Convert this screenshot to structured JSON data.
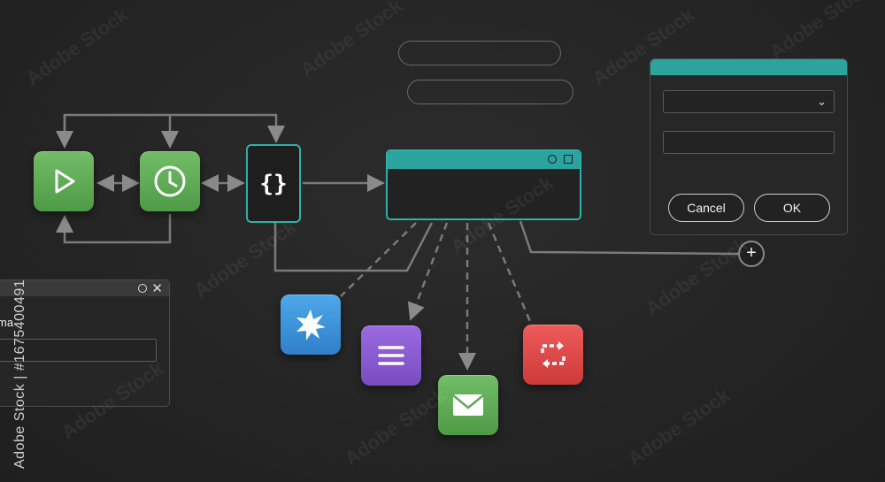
{
  "colors": {
    "background": "#262626",
    "accent_teal": "#2aa49c",
    "node_green": "#5fa955",
    "node_blue": "#3a90d8",
    "node_purple": "#8a5bd2",
    "node_red": "#dd4747",
    "wire": "#7a7a7a"
  },
  "nodes": {
    "play": {
      "icon": "play-icon"
    },
    "clock": {
      "icon": "clock-icon"
    },
    "code": {
      "icon": "code-braces-icon",
      "label": "{}"
    },
    "star": {
      "icon": "starburst-icon"
    },
    "menu": {
      "icon": "menu-lines-icon"
    },
    "mail": {
      "icon": "mail-icon"
    },
    "repeat": {
      "icon": "repeat-icon"
    }
  },
  "main_window": {
    "controls": [
      "circle-icon",
      "square-icon"
    ]
  },
  "dialog": {
    "select_icon": "chevron-down-icon",
    "chevron": "⌄",
    "cancel_label": "Cancel",
    "ok_label": "OK"
  },
  "plus_button": {
    "label": "+"
  },
  "left_window": {
    "label_partial": "ma",
    "close_glyph": "✕"
  },
  "watermark": {
    "brand": "Adobe Stock",
    "id_text": "Adobe Stock | #1675400491"
  }
}
